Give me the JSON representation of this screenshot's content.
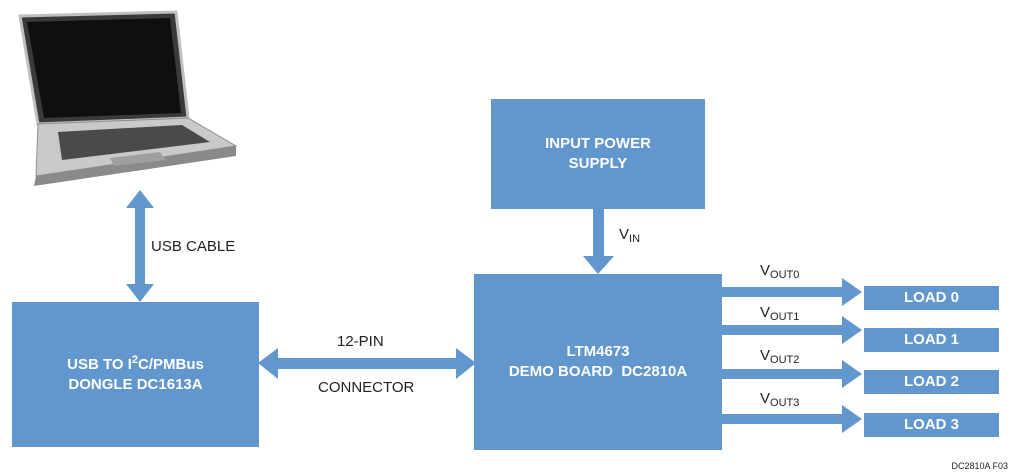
{
  "colors": {
    "box_fill": "#6197cd",
    "box_text": "#ffffff",
    "arrow": "#6197cd",
    "label": "#222222"
  },
  "laptop": {
    "icon": "laptop-icon"
  },
  "labels": {
    "usb_cable": "USB CABLE",
    "connector_top": "12-PIN",
    "connector_bottom": "CONNECTOR",
    "vin_main": "V",
    "vin_sub": "IN",
    "vout_main": "V",
    "vout_subs": [
      "OUT0",
      "OUT1",
      "OUT2",
      "OUT3"
    ]
  },
  "boxes": {
    "dongle_line1_pre": "USB TO I",
    "dongle_line1_sup": "2",
    "dongle_line1_post": "C/PMBus",
    "dongle_line2": "DONGLE DC1613A",
    "power_line1": "INPUT POWER",
    "power_line2": "SUPPLY",
    "board_line1": "LTM4673",
    "board_line2": "DEMO BOARD  DC2810A",
    "loads": [
      "LOAD 0",
      "LOAD 1",
      "LOAD 2",
      "LOAD 3"
    ]
  },
  "figure_tag": "DC2810A F03"
}
